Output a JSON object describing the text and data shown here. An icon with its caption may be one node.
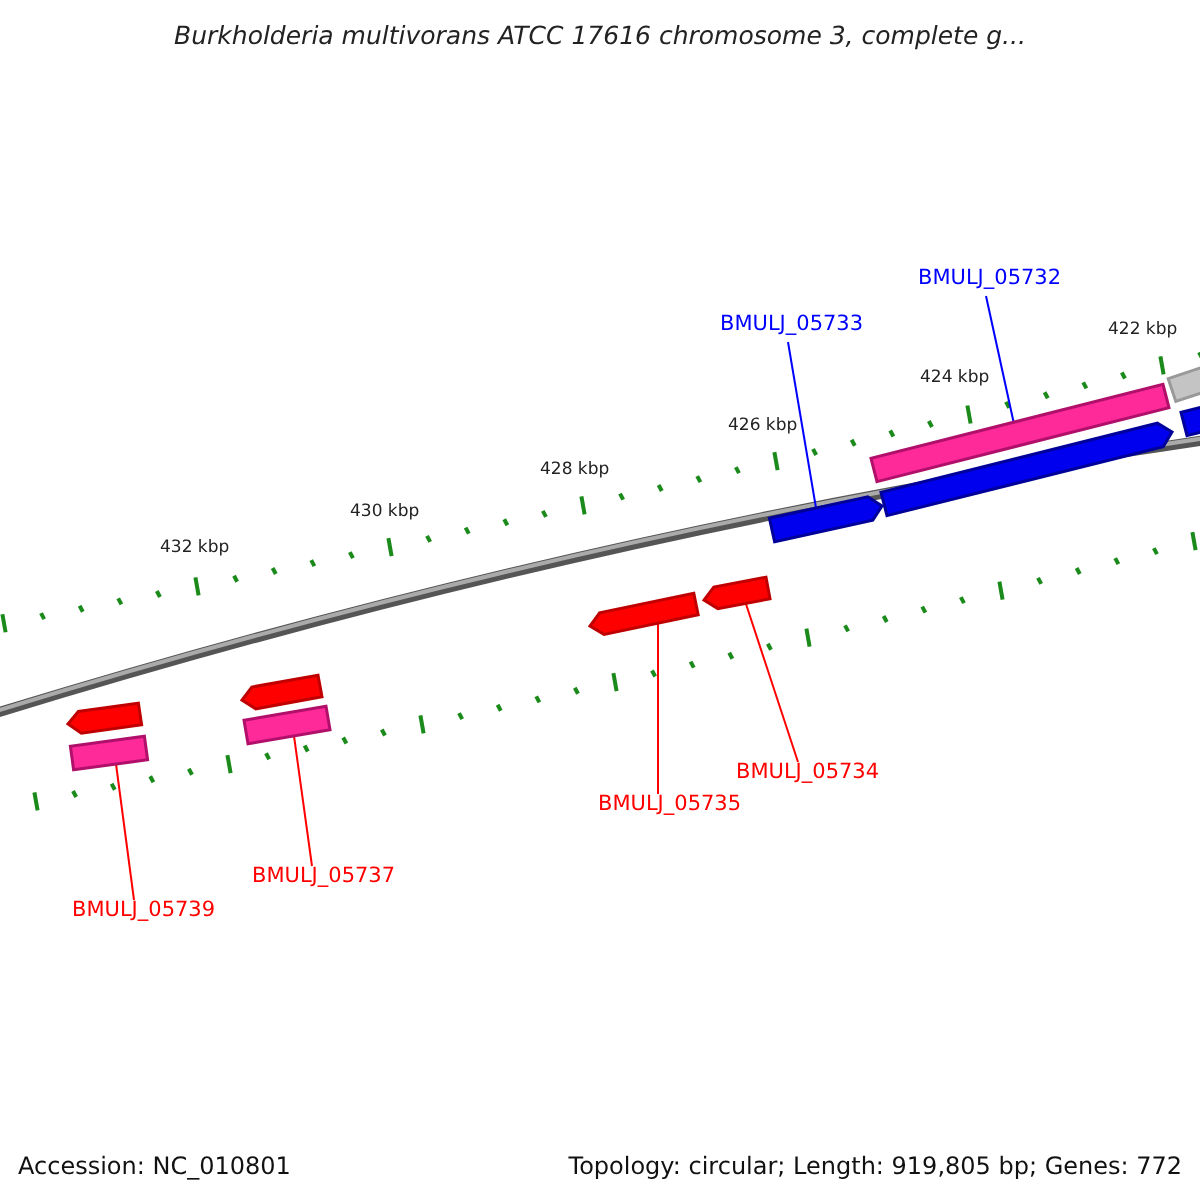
{
  "diagram": {
    "title": "Burkholderia multivorans ATCC 17616 chromosome 3, complete g...",
    "nodes": [
      {
        "text": [
          "BMULJ_05732"
        ]
      },
      {
        "text": [
          "BMULJ_05733"
        ]
      },
      {
        "text": [
          "BMULJ_05734"
        ]
      },
      {
        "text": [
          "BMULJ_05735"
        ]
      },
      {
        "text": [
          "BMULJ_05737"
        ]
      },
      {
        "text": [
          "BMULJ_05739"
        ]
      },
      {
        "text": [],
        "shape": "bar"
      },
      {
        "text": [],
        "shape": "bar"
      },
      {
        "text": [],
        "shape": "bar"
      },
      {
        "text": [],
        "shape": "bar"
      },
      {
        "text": [],
        "shape": "bar"
      },
      {
        "text": [],
        "shape": "bar"
      },
      {
        "text": [],
        "shape": "bar"
      },
      {
        "text": [],
        "shape": "bar"
      },
      {
        "text": [],
        "shape": "bar"
      },
      {
        "text": [],
        "shape": "bar"
      },
      {
        "text": [],
        "shape": "bar"
      }
    ],
    "edges": [
      {
        "from": 0,
        "to": 13,
        "arrow": "none",
        "color": "#0000ff"
      },
      {
        "from": 1,
        "to": 12,
        "arrow": "none",
        "color": "#0000ff"
      },
      {
        "from": 2,
        "to": 11,
        "arrow": "none"
      },
      {
        "from": 3,
        "to": 10,
        "arrow": "none"
      },
      {
        "from": 4,
        "to": 9,
        "arrow": "none"
      },
      {
        "from": 5,
        "to": 7,
        "arrow": "none"
      }
    ],
    "labels": [
      "422 kbp",
      "424 kbp",
      "426 kbp",
      "428 kbp",
      "430 kbp",
      "432 kbp",
      "Accession: NC_010801",
      "Topology: circular; Length: 919,805 bp; Genes: 772"
    ]
  }
}
